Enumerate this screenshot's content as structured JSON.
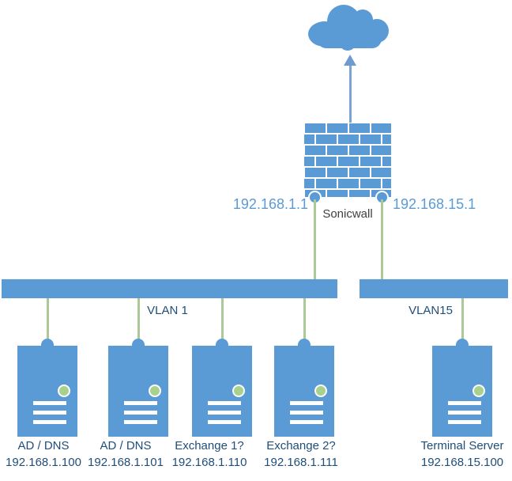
{
  "colors": {
    "shape_blue": "#5b9bd5",
    "connector_green": "#abc897",
    "led_green": "#a9d18e",
    "label_navy": "#1f4e79",
    "firewall_label_gray": "#404040",
    "ip_label_blue": "#5b9bd5"
  },
  "internet": {
    "icon": "cloud"
  },
  "firewall": {
    "label": "Sonicwall",
    "left_ip": "192.168.1.1",
    "right_ip": "192.168.15.1"
  },
  "vlans": [
    {
      "label": "VLAN 1"
    },
    {
      "label": "VLAN15"
    }
  ],
  "servers": [
    {
      "name": "AD / DNS",
      "ip": "192.168.1.100"
    },
    {
      "name": "AD / DNS",
      "ip": "192.168.1.101"
    },
    {
      "name": "Exchange 1?",
      "ip": "192.168.1.110"
    },
    {
      "name": "Exchange 2?",
      "ip": "192.168.1.111"
    },
    {
      "name": "Terminal Server",
      "ip": "192.168.15.100"
    }
  ]
}
